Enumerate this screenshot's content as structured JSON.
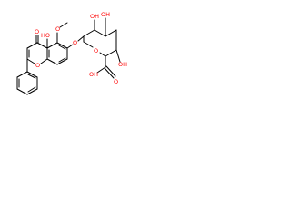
{
  "colors": {
    "bond": "#000000",
    "oxygen": "#ff0000",
    "background": "#ffffff"
  },
  "atoms": {
    "hydroxyl_5": "HO",
    "methoxy_o": "O",
    "ketone_o": "O",
    "ring_o": "O",
    "glycoside_o": "O",
    "sugar_ring_o": "O",
    "oh_3": "OH",
    "oh_2": "OH",
    "oh_4": "OH",
    "acid_oh": "OH",
    "acid_o": "O"
  }
}
